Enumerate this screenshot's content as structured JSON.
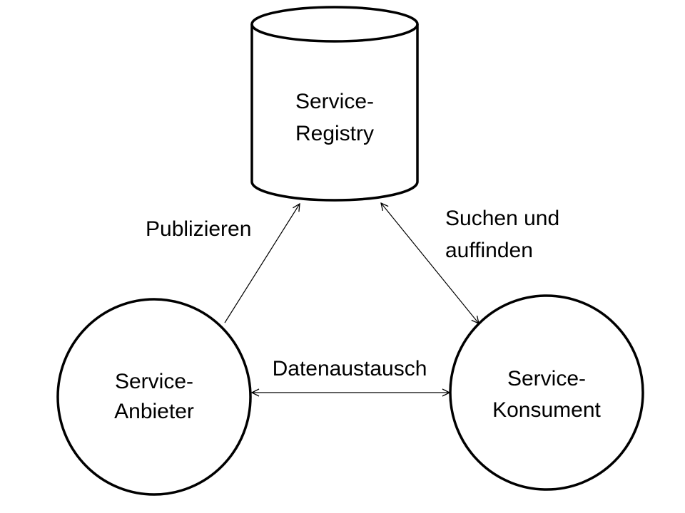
{
  "diagram": {
    "registry": {
      "line1": "Service-",
      "line2": "Registry"
    },
    "provider": {
      "line1": "Service-",
      "line2": "Anbieter"
    },
    "consumer": {
      "line1": "Service-",
      "line2": "Konsument"
    },
    "edges": {
      "publish": "Publizieren",
      "find_line1": "Suchen und",
      "find_line2": "auffinden",
      "exchange": "Datenaustausch"
    },
    "colors": {
      "stroke": "#000000",
      "fill": "#ffffff"
    }
  }
}
